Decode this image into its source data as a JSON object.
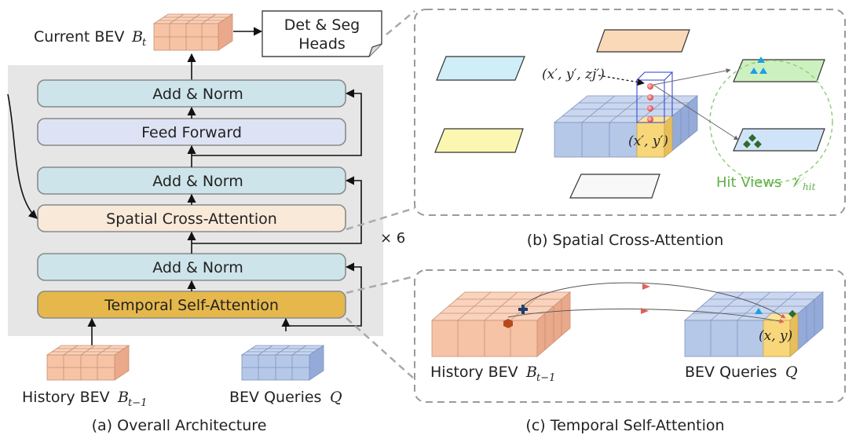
{
  "architecture": {
    "current_bev": "Current BEV",
    "current_bev_symbol": "B",
    "current_bev_sub": "t",
    "heads_line1": "Det & Seg",
    "heads_line2": "Heads",
    "add_norm": "Add & Norm",
    "feed_forward": "Feed Forward",
    "spatial_cross_attention": "Spatial Cross-Attention",
    "temporal_self_attention": "Temporal Self-Attention",
    "repeat": "× 6",
    "history_bev": "History BEV",
    "history_bev_symbol": "B",
    "history_bev_sub": "t−1",
    "bev_queries": "BEV Queries",
    "bev_queries_symbol": "Q",
    "caption": "(a) Overall Architecture"
  },
  "spatial": {
    "point_3d": "(x′, y′, zj′)",
    "point_2d": "(x′, y′)",
    "hit_views": "Hit Views",
    "hit_views_symbol": "𝒱",
    "hit_views_sub": "hit",
    "caption": "(b) Spatial Cross-Attention"
  },
  "temporal": {
    "history_bev": "History BEV",
    "history_bev_symbol": "B",
    "history_bev_sub": "t−1",
    "bev_queries": "BEV Queries",
    "bev_queries_symbol": "Q",
    "point": "(x, y)",
    "caption": "(c) Temporal Self-Attention"
  },
  "colors": {
    "add_norm": "#cde4ea",
    "feed_forward": "#dde3f4",
    "spatial_block": "#f8e9d9",
    "temporal_block": "#e6b84c",
    "panel": "#e6e6e6",
    "bev_orange": "#f6c3a6",
    "bev_blue": "#b6c8e8",
    "hit_green": "#7fbf5a"
  }
}
